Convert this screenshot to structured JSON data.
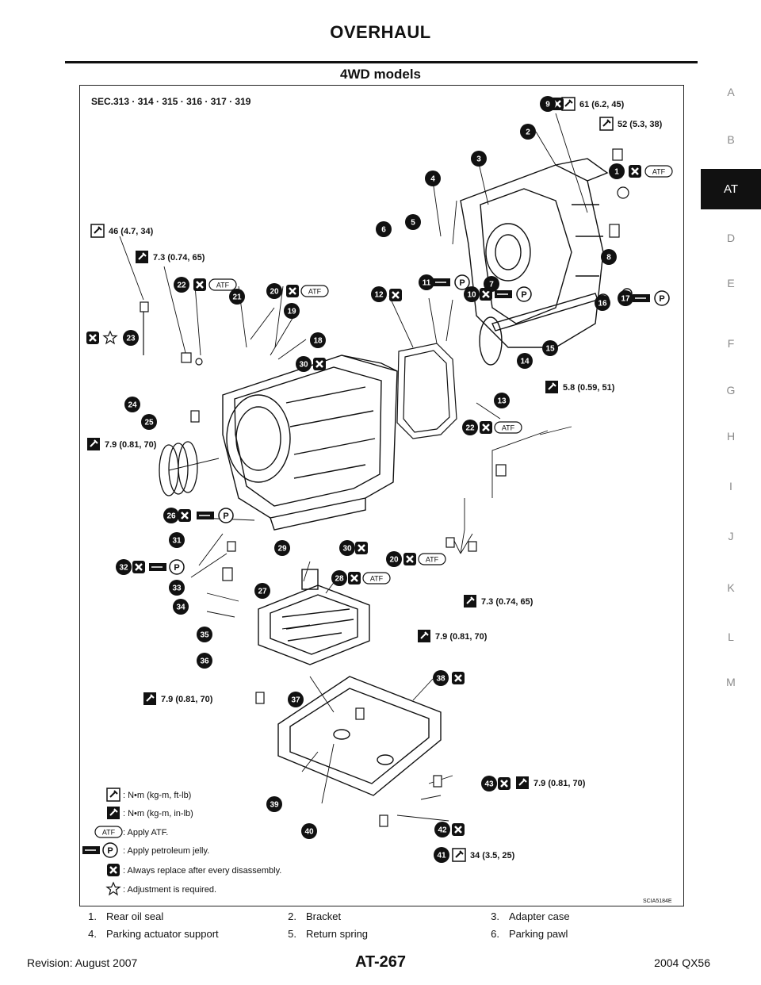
{
  "header": {
    "title": "OVERHAUL"
  },
  "section": {
    "title": "4WD models"
  },
  "side_index": {
    "letters": [
      "A",
      "B",
      "AT",
      "D",
      "E",
      "F",
      "G",
      "H",
      "I",
      "J",
      "K",
      "L",
      "M"
    ],
    "active": "AT"
  },
  "figure": {
    "section_code": "SEC.313 · 314 · 315 · 316 · 317 · 319",
    "figure_id": "SCIA5184E",
    "torques": [
      "61 (6.2, 45)",
      "52 (5.3, 38)",
      "46 (4.7, 34)",
      "7.3 (0.74, 65)",
      "5.8 (0.59, 51)",
      "7.9 (0.81, 70)",
      "7.3 (0.74, 65)",
      "7.9 (0.81, 70)",
      "7.9 (0.81, 70)",
      "7.9 (0.81, 70)",
      "34 (3.5, 25)"
    ],
    "atf_label": "ATF",
    "p_label": "P",
    "callouts": [
      "1",
      "2",
      "3",
      "4",
      "5",
      "6",
      "7",
      "8",
      "9",
      "10",
      "11",
      "12",
      "13",
      "14",
      "15",
      "16",
      "17",
      "18",
      "19",
      "20",
      "21",
      "22",
      "23",
      "24",
      "25",
      "26",
      "27",
      "28",
      "29",
      "30",
      "31",
      "32",
      "33",
      "34",
      "35",
      "36",
      "37",
      "38",
      "39",
      "40",
      "41",
      "42",
      "43",
      "20",
      "22",
      "30"
    ],
    "legend": [
      ": N•m (kg-m, ft-lb)",
      ": N•m (kg-m, in-lb)",
      ": Apply ATF.",
      ": Apply petroleum jelly.",
      ": Always replace after every disassembly.",
      ": Adjustment is required."
    ]
  },
  "parts": [
    [
      {
        "num": "1.",
        "name": "Rear oil seal"
      },
      {
        "num": "2.",
        "name": "Bracket"
      },
      {
        "num": "3.",
        "name": "Adapter case"
      }
    ],
    [
      {
        "num": "4.",
        "name": "Parking actuator support"
      },
      {
        "num": "5.",
        "name": "Return spring"
      },
      {
        "num": "6.",
        "name": "Parking pawl"
      }
    ]
  ],
  "footer": {
    "revision": "Revision: August 2007",
    "page": "AT-267",
    "model": "2004 QX56"
  }
}
